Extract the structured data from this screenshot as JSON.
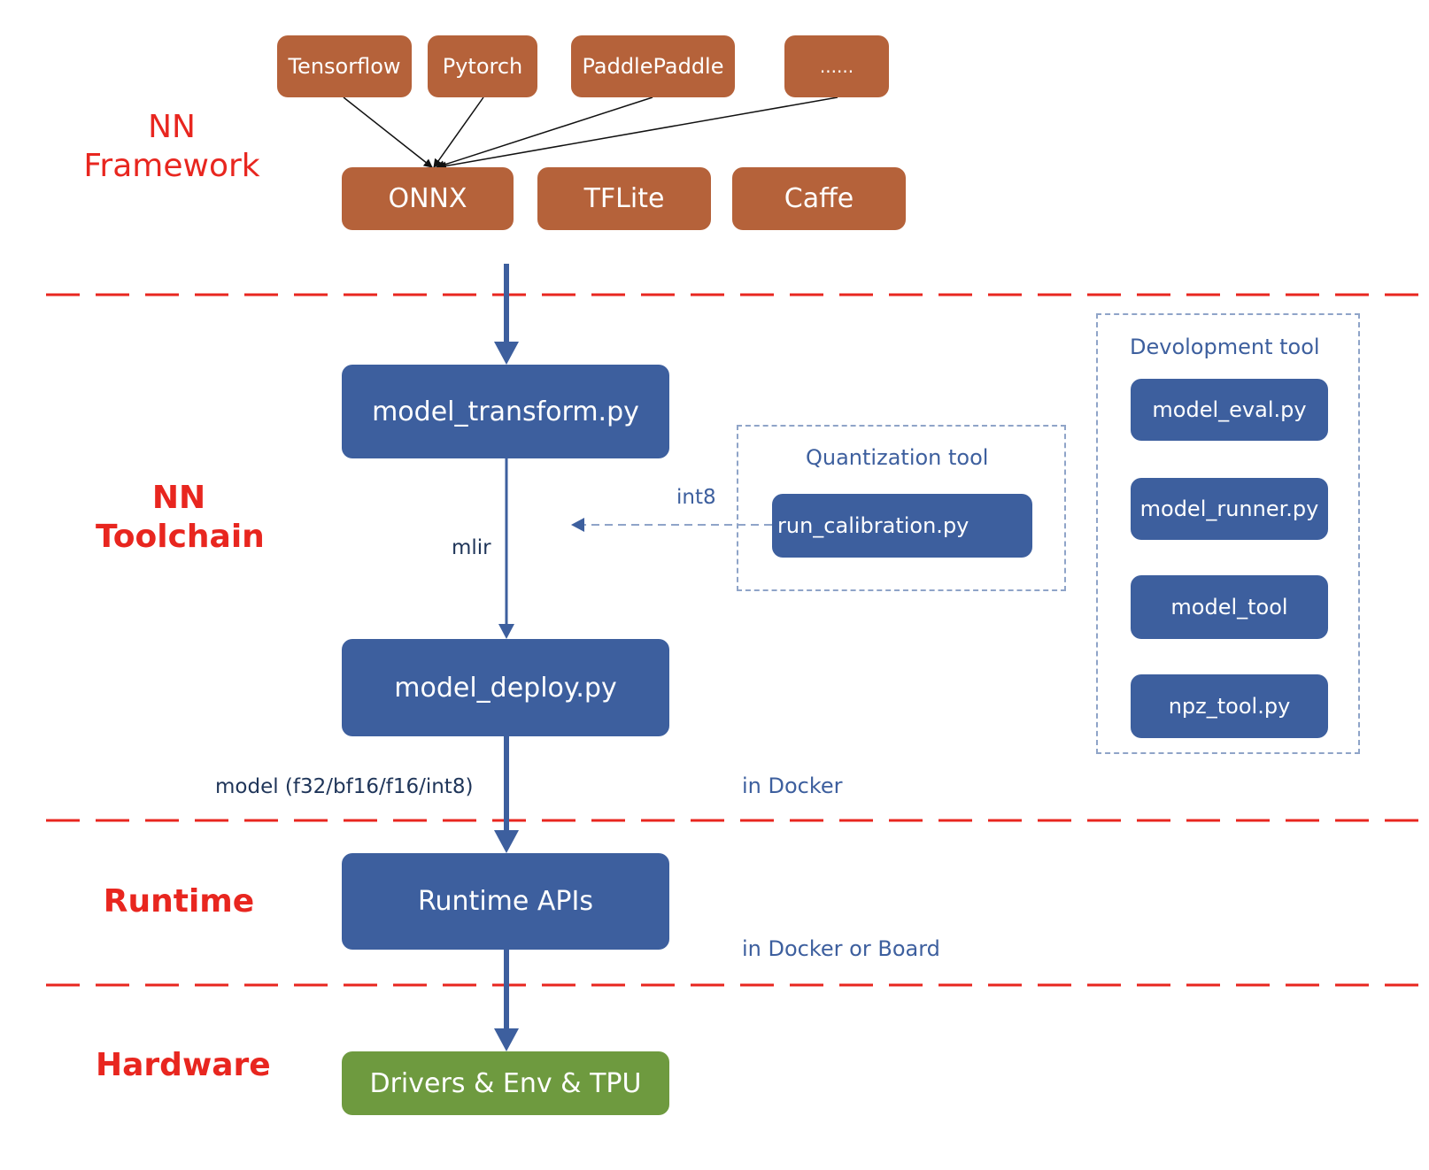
{
  "layers": {
    "framework_line1": "NN",
    "framework_line2": "Framework",
    "toolchain_line1": "NN",
    "toolchain_line2": "Toolchain",
    "runtime": "Runtime",
    "hardware": "Hardware"
  },
  "frameworks": {
    "tensorflow": "Tensorflow",
    "pytorch": "Pytorch",
    "paddlepaddle": "PaddlePaddle",
    "more": "......"
  },
  "formats": {
    "onnx": "ONNX",
    "tflite": "TFLite",
    "caffe": "Caffe"
  },
  "toolchain": {
    "transform": "model_transform.py",
    "deploy": "model_deploy.py",
    "mlir_label": "mlir",
    "int8_label": "int8",
    "model_label": "model (f32/bf16/f16/int8)",
    "in_docker": "in Docker"
  },
  "quantization": {
    "title": "Quantization tool",
    "calibration": "run_calibration.py"
  },
  "devtools": {
    "title": "Devolopment tool",
    "items": [
      "model_eval.py",
      "model_runner.py",
      "model_tool",
      "npz_tool.py"
    ]
  },
  "runtime": {
    "apis": "Runtime APIs",
    "in_docker_or_board": "in Docker or Board"
  },
  "hardware": {
    "drivers": "Drivers & Env & TPU"
  },
  "colors": {
    "framework_box": "#b5623a",
    "toolchain_box": "#3d5f9e",
    "hardware_box": "#6e9a3f",
    "layer_label": "#e8261f",
    "separator": "#e8261f",
    "arrow": "#3d5f9e"
  }
}
